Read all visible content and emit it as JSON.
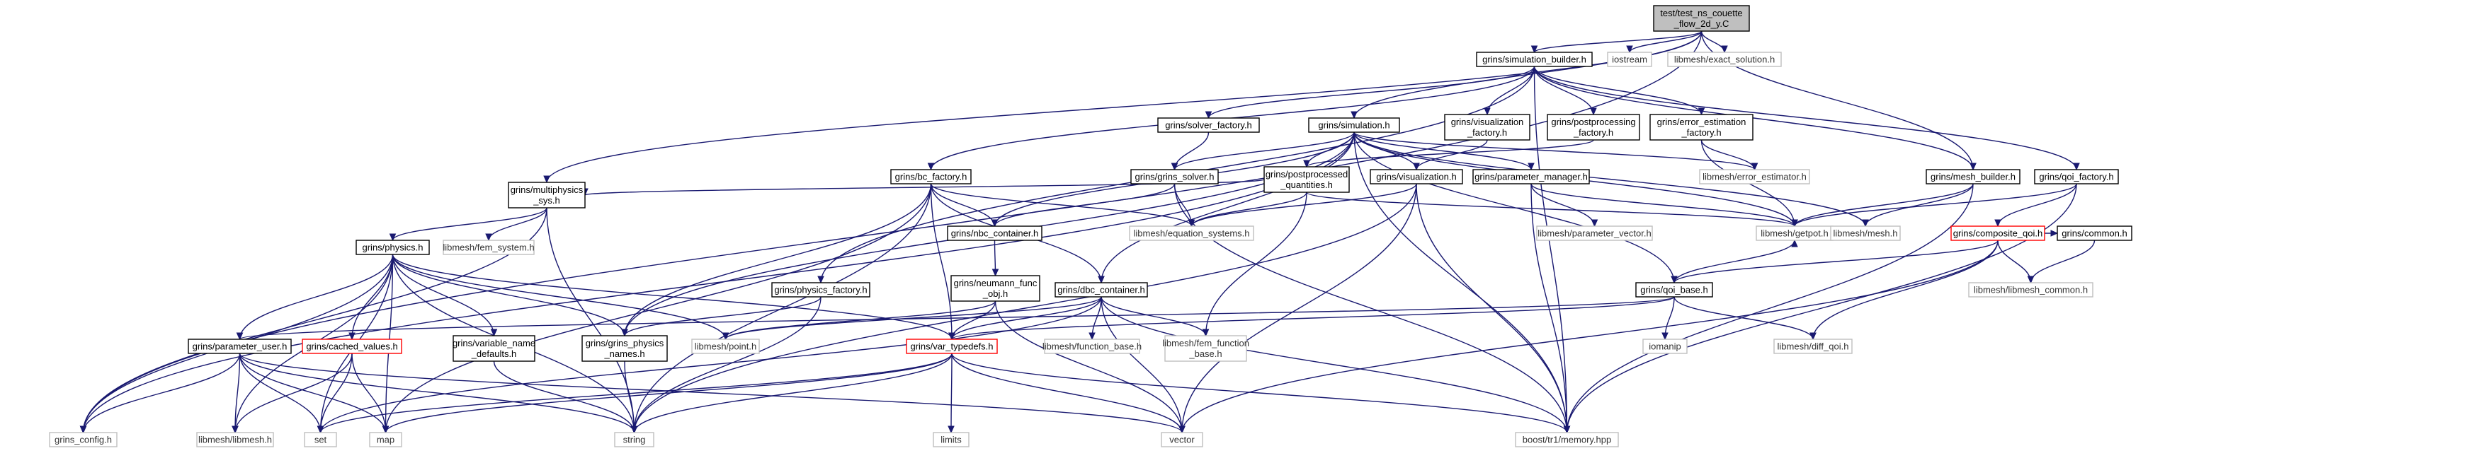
{
  "nodes": {
    "root": {
      "lines": [
        "test/test_ns_couette",
        "_flow_2d_y.C"
      ],
      "kind": "root"
    },
    "iostream": {
      "lines": [
        "iostream"
      ],
      "kind": "plain"
    },
    "exact_solution": {
      "lines": [
        "libmesh/exact_solution.h"
      ],
      "kind": "plain"
    },
    "simulation_builder": {
      "lines": [
        "grins/simulation_builder.h"
      ],
      "kind": "normal"
    },
    "grins_config": {
      "lines": [
        "grins_config.h"
      ],
      "kind": "plain"
    },
    "multiphysics_sys": {
      "lines": [
        "grins/multiphysics",
        "_sys.h"
      ],
      "kind": "normal"
    },
    "simulation": {
      "lines": [
        "grins/simulation.h"
      ],
      "kind": "normal"
    },
    "solver_factory": {
      "lines": [
        "grins/solver_factory.h"
      ],
      "kind": "normal"
    },
    "visualization_factory": {
      "lines": [
        "grins/visualization",
        "_factory.h"
      ],
      "kind": "normal"
    },
    "postprocessing_factory": {
      "lines": [
        "grins/postprocessing",
        "_factory.h"
      ],
      "kind": "normal"
    },
    "error_estimation_factory": {
      "lines": [
        "grins/error_estimation",
        "_factory.h"
      ],
      "kind": "normal"
    },
    "mesh_builder": {
      "lines": [
        "grins/mesh_builder.h"
      ],
      "kind": "normal"
    },
    "qoi_factory": {
      "lines": [
        "grins/qoi_factory.h"
      ],
      "kind": "normal"
    },
    "bc_factory": {
      "lines": [
        "grins/bc_factory.h"
      ],
      "kind": "normal"
    },
    "grins_solver": {
      "lines": [
        "grins/grins_solver.h"
      ],
      "kind": "normal"
    },
    "postprocessed_quantities": {
      "lines": [
        "grins/postprocessed",
        "_quantities.h"
      ],
      "kind": "normal"
    },
    "visualization": {
      "lines": [
        "grins/visualization.h"
      ],
      "kind": "normal"
    },
    "parameter_manager": {
      "lines": [
        "grins/parameter_manager.h"
      ],
      "kind": "normal"
    },
    "error_estimator": {
      "lines": [
        "libmesh/error_estimator.h"
      ],
      "kind": "plain"
    },
    "getpot": {
      "lines": [
        "libmesh/getpot.h"
      ],
      "kind": "plain"
    },
    "mesh": {
      "lines": [
        "libmesh/mesh.h"
      ],
      "kind": "plain"
    },
    "composite_qoi": {
      "lines": [
        "grins/composite_qoi.h"
      ],
      "kind": "red"
    },
    "common": {
      "lines": [
        "grins/common.h"
      ],
      "kind": "normal"
    },
    "nbc_container": {
      "lines": [
        "grins/nbc_container.h"
      ],
      "kind": "normal"
    },
    "equation_systems": {
      "lines": [
        "libmesh/equation_systems.h"
      ],
      "kind": "plain"
    },
    "parameter_vector": {
      "lines": [
        "libmesh/parameter_vector.h"
      ],
      "kind": "plain"
    },
    "libmesh_common": {
      "lines": [
        "libmesh/libmesh_common.h"
      ],
      "kind": "plain"
    },
    "neumann_func_obj": {
      "lines": [
        "grins/neumann_func",
        "_obj.h"
      ],
      "kind": "normal"
    },
    "fem_system": {
      "lines": [
        "libmesh/fem_system.h"
      ],
      "kind": "plain"
    },
    "physics": {
      "lines": [
        "grins/physics.h"
      ],
      "kind": "normal"
    },
    "physics_factory": {
      "lines": [
        "grins/physics_factory.h"
      ],
      "kind": "normal"
    },
    "dbc_container": {
      "lines": [
        "grins/dbc_container.h"
      ],
      "kind": "normal"
    },
    "qoi_base": {
      "lines": [
        "grins/qoi_base.h"
      ],
      "kind": "normal"
    },
    "parameter_user": {
      "lines": [
        "grins/parameter_user.h"
      ],
      "kind": "normal"
    },
    "cached_values": {
      "lines": [
        "grins/cached_values.h"
      ],
      "kind": "red"
    },
    "variable_name_defaults": {
      "lines": [
        "grins/variable_name",
        "_defaults.h"
      ],
      "kind": "normal"
    },
    "grins_physics_names": {
      "lines": [
        "grins/grins_physics",
        "_names.h"
      ],
      "kind": "normal"
    },
    "point": {
      "lines": [
        "libmesh/point.h"
      ],
      "kind": "plain"
    },
    "var_typedefs": {
      "lines": [
        "grins/var_typedefs.h"
      ],
      "kind": "red"
    },
    "function_base": {
      "lines": [
        "libmesh/function_base.h"
      ],
      "kind": "plain"
    },
    "fem_function_base": {
      "lines": [
        "libmesh/fem_function",
        "_base.h"
      ],
      "kind": "plain"
    },
    "iomanip": {
      "lines": [
        "iomanip"
      ],
      "kind": "plain"
    },
    "diff_qoi": {
      "lines": [
        "libmesh/diff_qoi.h"
      ],
      "kind": "plain"
    },
    "libmesh_h": {
      "lines": [
        "libmesh/libmesh.h"
      ],
      "kind": "plain"
    },
    "set": {
      "lines": [
        "set"
      ],
      "kind": "plain"
    },
    "map": {
      "lines": [
        "map"
      ],
      "kind": "plain"
    },
    "string": {
      "lines": [
        "string"
      ],
      "kind": "plain"
    },
    "limits": {
      "lines": [
        "limits"
      ],
      "kind": "plain"
    },
    "vector": {
      "lines": [
        "vector"
      ],
      "kind": "plain"
    },
    "memory": {
      "lines": [
        "boost/tr1/memory.hpp"
      ],
      "kind": "plain"
    }
  },
  "edges": [
    [
      "root",
      "iostream"
    ],
    [
      "root",
      "exact_solution"
    ],
    [
      "root",
      "simulation_builder"
    ],
    [
      "root",
      "grins_config"
    ],
    [
      "root",
      "multiphysics_sys"
    ],
    [
      "root",
      "simulation"
    ],
    [
      "root",
      "mesh_builder"
    ],
    [
      "simulation_builder",
      "solver_factory"
    ],
    [
      "simulation_builder",
      "visualization_factory"
    ],
    [
      "simulation_builder",
      "postprocessing_factory"
    ],
    [
      "simulation_builder",
      "error_estimation_factory"
    ],
    [
      "simulation_builder",
      "mesh_builder"
    ],
    [
      "simulation_builder",
      "qoi_factory"
    ],
    [
      "simulation_builder",
      "bc_factory"
    ],
    [
      "simulation_builder",
      "physics_factory"
    ],
    [
      "simulation_builder",
      "memory"
    ],
    [
      "solver_factory",
      "grins_solver"
    ],
    [
      "visualization_factory",
      "visualization"
    ],
    [
      "postprocessing_factory",
      "postprocessed_quantities"
    ],
    [
      "error_estimation_factory",
      "error_estimator"
    ],
    [
      "error_estimation_factory",
      "getpot"
    ],
    [
      "simulation",
      "grins_solver"
    ],
    [
      "simulation",
      "postprocessed_quantities"
    ],
    [
      "simulation",
      "visualization"
    ],
    [
      "simulation",
      "parameter_manager"
    ],
    [
      "simulation",
      "error_estimator"
    ],
    [
      "simulation",
      "getpot"
    ],
    [
      "simulation",
      "mesh"
    ],
    [
      "simulation",
      "nbc_container"
    ],
    [
      "simulation",
      "dbc_container"
    ],
    [
      "simulation",
      "qoi_base"
    ],
    [
      "simulation",
      "grins_physics_names"
    ],
    [
      "simulation",
      "grins_config"
    ],
    [
      "simulation",
      "memory"
    ],
    [
      "mesh_builder",
      "getpot"
    ],
    [
      "mesh_builder",
      "mesh"
    ],
    [
      "mesh_builder",
      "memory"
    ],
    [
      "qoi_factory",
      "getpot"
    ],
    [
      "qoi_factory",
      "composite_qoi"
    ],
    [
      "qoi_factory",
      "memory"
    ],
    [
      "composite_qoi",
      "common"
    ],
    [
      "composite_qoi",
      "qoi_base"
    ],
    [
      "composite_qoi",
      "libmesh_common"
    ],
    [
      "composite_qoi",
      "diff_qoi"
    ],
    [
      "composite_qoi",
      "vector"
    ],
    [
      "common",
      "libmesh_common"
    ],
    [
      "bc_factory",
      "nbc_container"
    ],
    [
      "bc_factory",
      "dbc_container"
    ],
    [
      "bc_factory",
      "var_typedefs"
    ],
    [
      "bc_factory",
      "grins_physics_names"
    ],
    [
      "bc_factory",
      "string"
    ],
    [
      "bc_factory",
      "map"
    ],
    [
      "bc_factory",
      "equation_systems"
    ],
    [
      "grins_solver",
      "nbc_container"
    ],
    [
      "grins_solver",
      "equation_systems"
    ],
    [
      "grins_solver",
      "memory"
    ],
    [
      "postprocessed_quantities",
      "multiphysics_sys"
    ],
    [
      "postprocessed_quantities",
      "equation_systems"
    ],
    [
      "postprocessed_quantities",
      "fem_function_base"
    ],
    [
      "postprocessed_quantities",
      "getpot"
    ],
    [
      "visualization",
      "equation_systems"
    ],
    [
      "visualization",
      "string"
    ],
    [
      "visualization",
      "vector"
    ],
    [
      "visualization",
      "memory"
    ],
    [
      "parameter_manager",
      "getpot"
    ],
    [
      "parameter_manager",
      "parameter_vector"
    ],
    [
      "parameter_manager",
      "memory"
    ],
    [
      "nbc_container",
      "neumann_func_obj"
    ],
    [
      "neumann_func_obj",
      "var_typedefs"
    ],
    [
      "neumann_func_obj",
      "point"
    ],
    [
      "neumann_func_obj",
      "vector"
    ],
    [
      "multiphysics_sys",
      "physics"
    ],
    [
      "multiphysics_sys",
      "fem_system"
    ],
    [
      "multiphysics_sys",
      "grins_config"
    ],
    [
      "multiphysics_sys",
      "string"
    ],
    [
      "physics",
      "parameter_user"
    ],
    [
      "physics",
      "cached_values"
    ],
    [
      "physics",
      "variable_name_defaults"
    ],
    [
      "physics",
      "grins_physics_names"
    ],
    [
      "physics",
      "point"
    ],
    [
      "physics",
      "var_typedefs"
    ],
    [
      "physics",
      "grins_config"
    ],
    [
      "physics",
      "libmesh_h"
    ],
    [
      "physics",
      "set"
    ],
    [
      "physics",
      "string"
    ],
    [
      "physics",
      "map"
    ],
    [
      "physics_factory",
      "grins_physics_names"
    ],
    [
      "physics_factory",
      "string"
    ],
    [
      "dbc_container",
      "var_typedefs"
    ],
    [
      "dbc_container",
      "function_base"
    ],
    [
      "dbc_container",
      "fem_function_base"
    ],
    [
      "dbc_container",
      "point"
    ],
    [
      "dbc_container",
      "vector"
    ],
    [
      "dbc_container",
      "set"
    ],
    [
      "dbc_container",
      "memory"
    ],
    [
      "qoi_base",
      "var_typedefs"
    ],
    [
      "qoi_base",
      "iomanip"
    ],
    [
      "qoi_base",
      "diff_qoi"
    ],
    [
      "qoi_base",
      "getpot"
    ],
    [
      "qoi_base",
      "parameter_user"
    ],
    [
      "parameter_user",
      "grins_config"
    ],
    [
      "parameter_user",
      "libmesh_h"
    ],
    [
      "parameter_user",
      "set"
    ],
    [
      "parameter_user",
      "map"
    ],
    [
      "parameter_user",
      "string"
    ],
    [
      "parameter_user",
      "vector"
    ],
    [
      "cached_values",
      "libmesh_h"
    ],
    [
      "cached_values",
      "set"
    ],
    [
      "cached_values",
      "map"
    ],
    [
      "variable_name_defaults",
      "string"
    ],
    [
      "grins_physics_names",
      "string"
    ],
    [
      "var_typedefs",
      "limits"
    ],
    [
      "var_typedefs",
      "vector"
    ],
    [
      "var_typedefs",
      "string"
    ],
    [
      "var_typedefs",
      "map"
    ],
    [
      "var_typedefs",
      "memory"
    ],
    [
      "var_typedefs",
      "set"
    ]
  ]
}
